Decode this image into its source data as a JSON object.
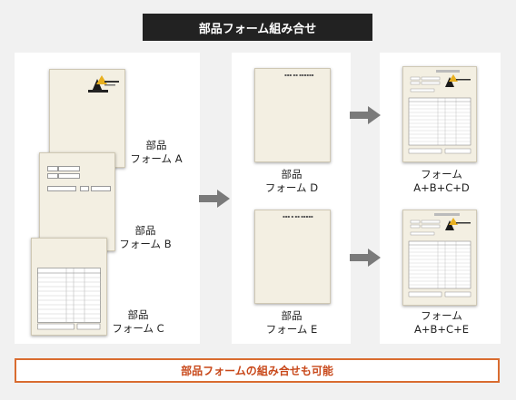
{
  "title": "部品フォーム組み合せ",
  "forms": {
    "a": {
      "line1": "部品",
      "line2": "フォーム A"
    },
    "b": {
      "line1": "部品",
      "line2": "フォーム B"
    },
    "c": {
      "line1": "部品",
      "line2": "フォーム C"
    },
    "d": {
      "line1": "部品",
      "line2": "フォーム D"
    },
    "e": {
      "line1": "部品",
      "line2": "フォーム E"
    }
  },
  "results": {
    "acd": {
      "line1": "フォーム",
      "line2": "A+B+C+D"
    },
    "ace": {
      "line1": "フォーム",
      "line2": "A+B+C+E"
    }
  },
  "footer": "部品フォームの組み合せも可能",
  "colors": {
    "title_bg": "#222222",
    "footer_border": "#d96c30",
    "footer_text": "#c8481a",
    "arrow": "#7a7a7a",
    "paper": "#f3efe2"
  },
  "icons": {
    "arrow": "arrow-right-icon",
    "logo": "company-logo-icon"
  }
}
